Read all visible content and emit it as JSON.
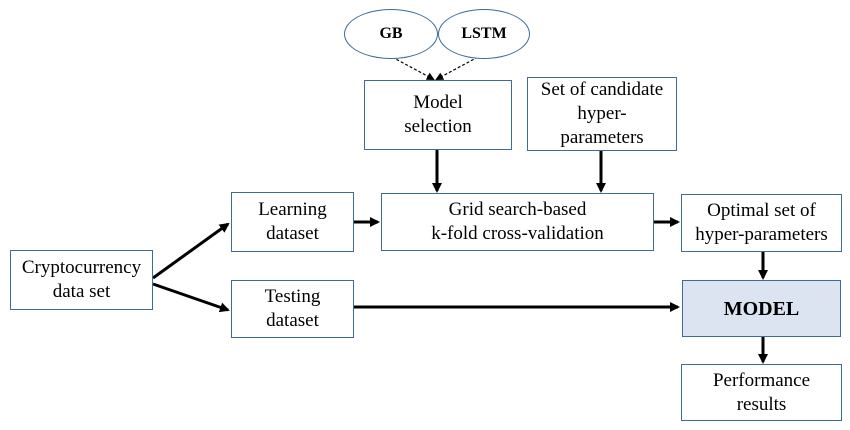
{
  "colors": {
    "box_border": "#3d6b9a",
    "model_fill": "#dce4f2",
    "arrow": "#000000"
  },
  "nodes": {
    "gb": "GB",
    "lstm": "LSTM",
    "model_selection": [
      "Model",
      "selection"
    ],
    "hyperparams": [
      "Set of candidate",
      "hyper-",
      "parameters"
    ],
    "crypto": [
      "Cryptocurrency",
      "data set"
    ],
    "learning": [
      "Learning",
      "dataset"
    ],
    "testing": [
      "Testing",
      "dataset"
    ],
    "grid": [
      "Grid search-based",
      "k-fold cross-validation"
    ],
    "optimal": [
      "Optimal set of",
      "hyper-parameters"
    ],
    "model": "MODEL",
    "performance": [
      "Performance",
      "results"
    ]
  }
}
